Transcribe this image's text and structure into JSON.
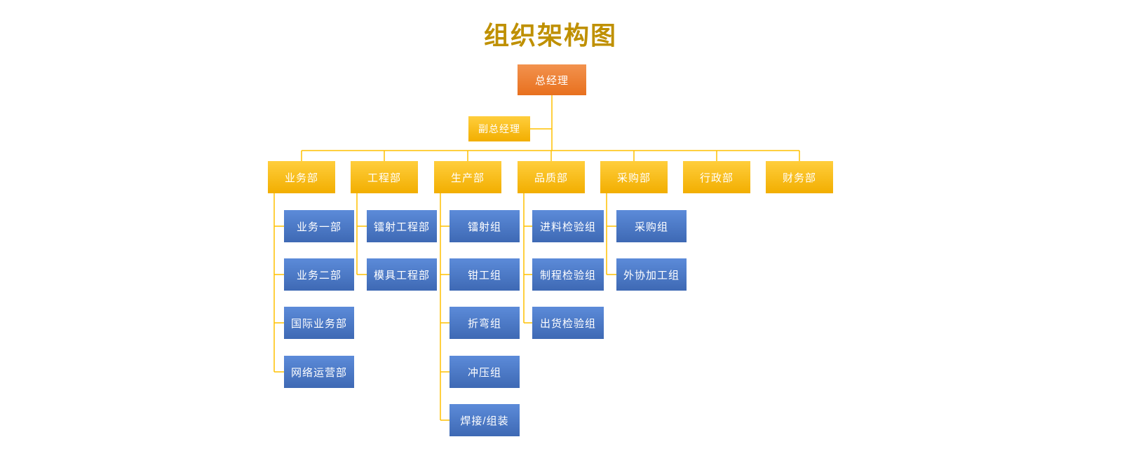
{
  "title": "组织架构图",
  "colors": {
    "title": "#BF9000",
    "ceo_box": "#ED7D31",
    "dept_box": "#FFC000",
    "team_box": "#4472C4",
    "line": "#FFC000"
  },
  "ceo": {
    "label": "总经理"
  },
  "deputy": {
    "label": "副总经理"
  },
  "departments": [
    {
      "label": "业务部",
      "children": [
        "业务一部",
        "业务二部",
        "国际业务部",
        "网络运营部"
      ]
    },
    {
      "label": "工程部",
      "children": [
        "镭射工程部",
        "模具工程部"
      ]
    },
    {
      "label": "生产部",
      "children": [
        "镭射组",
        "钳工组",
        "折弯组",
        "冲压组",
        "焊接/组装"
      ]
    },
    {
      "label": "品质部",
      "children": [
        "进料检验组",
        "制程检验组",
        "出货检验组"
      ]
    },
    {
      "label": "采购部",
      "children": [
        "采购组",
        "外协加工组"
      ]
    },
    {
      "label": "行政部",
      "children": []
    },
    {
      "label": "财务部",
      "children": []
    }
  ]
}
